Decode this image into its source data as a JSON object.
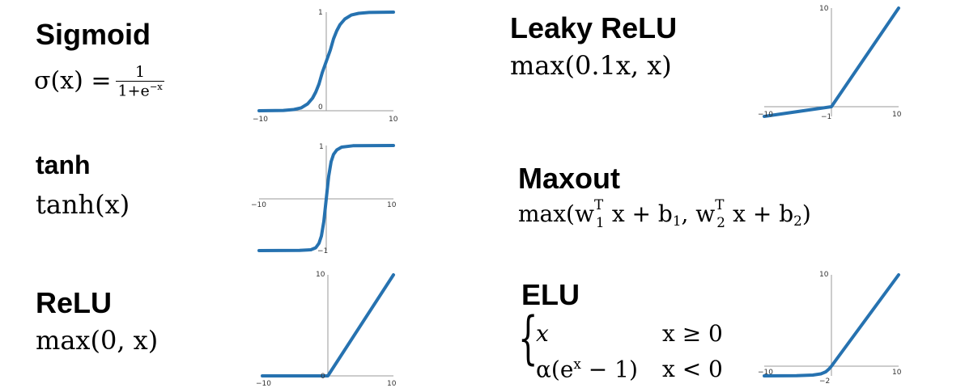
{
  "functions": [
    {
      "id": "sigmoid",
      "name": "Sigmoid",
      "formula_lhs": "σ(x) =",
      "formula_num": "1",
      "formula_den_base": "1+e",
      "formula_den_exp": "−x",
      "plot": {
        "xmin_label": "−10",
        "xmax_label": "10",
        "ymax_label": "1",
        "ymin_label": "0"
      }
    },
    {
      "id": "tanh",
      "name": "tanh",
      "formula": "tanh(x)",
      "plot": {
        "xmin_label": "−10",
        "xmax_label": "10",
        "ymax_label": "1",
        "ymin_label": "−1"
      }
    },
    {
      "id": "relu",
      "name": "ReLU",
      "formula": "max(0, x)",
      "plot": {
        "xmin_label": "−10",
        "xmax_label": "10",
        "ymax_label": "10",
        "ymin_label": "0"
      }
    },
    {
      "id": "leaky_relu",
      "name": "Leaky ReLU",
      "formula": "max(0.1x, x)",
      "plot": {
        "xmin_label": "−10",
        "xmax_label": "10",
        "ymax_label": "10",
        "ymin_label": "−1"
      }
    },
    {
      "id": "maxout",
      "name": "Maxout",
      "formula_parts": [
        "max(w",
        "1",
        "T",
        "x + b",
        "1",
        ", w",
        "2",
        "T",
        "x + b",
        "2",
        ")"
      ]
    },
    {
      "id": "elu",
      "name": "ELU",
      "case1_expr": "x",
      "case1_cond": "x ≥ 0",
      "case2_expr_a": "α(e",
      "case2_expr_exp": "x",
      "case2_expr_b": " − 1)",
      "case2_cond": "x < 0",
      "plot": {
        "xmin_label": "−10",
        "xmax_label": "10",
        "ymax_label": "10",
        "ymin_label": "−2"
      }
    }
  ],
  "colors": {
    "curve": "#2672b0",
    "axis": "#9a9a9a"
  }
}
